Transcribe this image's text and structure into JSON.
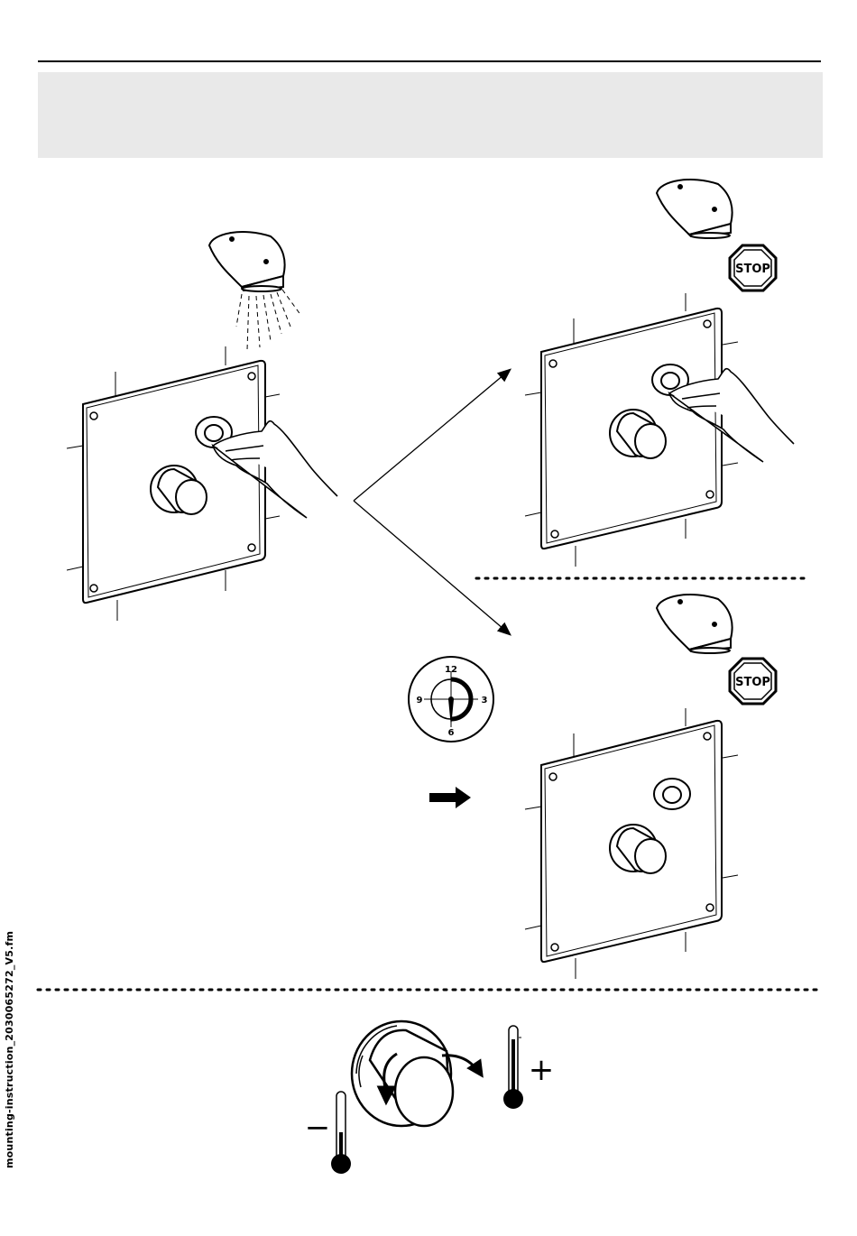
{
  "document": {
    "footer_filename": "mounting-instruction_2030065272_V5.fm"
  },
  "stop_sign": {
    "label": "STOP",
    "color": "#000000"
  },
  "timer_dial": {
    "numbers": {
      "twelve": "12",
      "three": "3",
      "six": "6",
      "nine": "9"
    }
  },
  "temperature": {
    "minus": "−",
    "plus": "+"
  },
  "icons": [
    "shower-head-icon",
    "water-spray-icon",
    "wall-panel-icon",
    "hand-icon",
    "stop-sign-icon",
    "clock-dial-icon",
    "right-arrow-icon",
    "thermometer-icon",
    "rotate-arrow-icon",
    "mixer-knob-icon"
  ]
}
